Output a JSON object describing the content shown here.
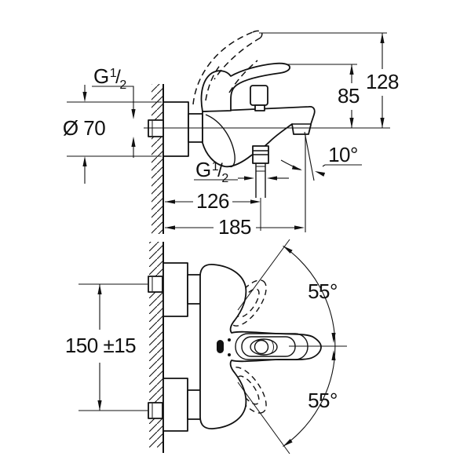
{
  "drawing": {
    "colors": {
      "background": "#ffffff",
      "line": "#111111"
    },
    "side_view": {
      "thread_wall": {
        "prefix": "G",
        "numerator": "1",
        "slash": "/",
        "denominator": "2"
      },
      "flange_diameter": "Ø 70",
      "height_total": "128",
      "height_to_handle": "85",
      "spout_angle": "10°",
      "thread_shower": {
        "prefix": "G",
        "numerator": "1",
        "slash": "/",
        "denominator": "2"
      },
      "wall_to_shower_center": "126",
      "wall_to_spout": "185"
    },
    "front_view": {
      "mounting_distance": "150 ±15",
      "swing_upper": "55°",
      "swing_lower": "55°"
    }
  }
}
